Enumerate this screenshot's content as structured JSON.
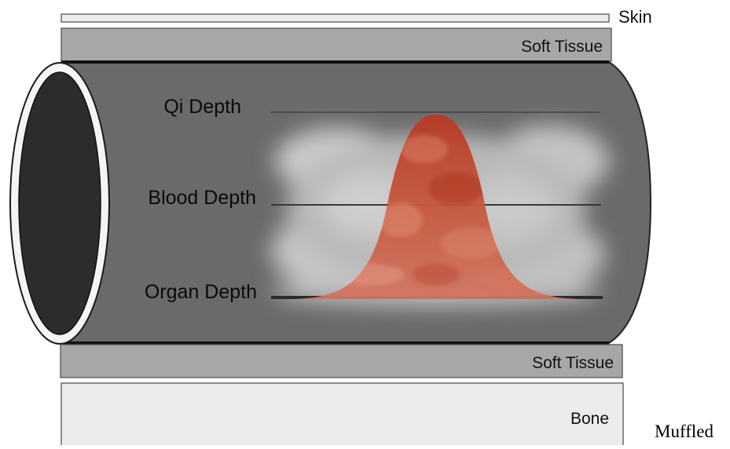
{
  "layers": {
    "skin": "Skin",
    "soft_tissue_top": "Soft Tissue",
    "soft_tissue_bottom": "Soft Tissue",
    "bone": "Bone"
  },
  "depths": {
    "qi": "Qi Depth",
    "blood": "Blood Depth",
    "organ": "Organ Depth"
  },
  "caption": "Muffled",
  "colors": {
    "vessel": "#6a6a6a",
    "soft_tissue": "#a7a7a7",
    "bone": "#ececec",
    "pulse_wave": "#c24a32",
    "haze": "#d9d9d9"
  }
}
